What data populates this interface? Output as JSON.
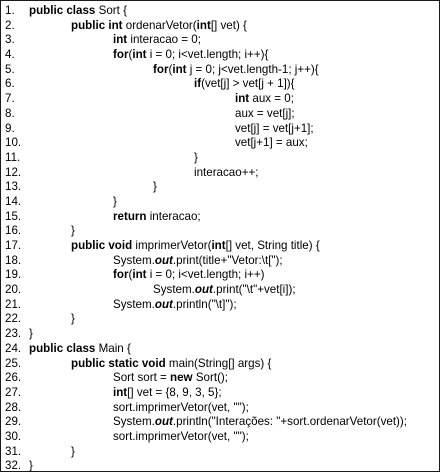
{
  "lines": [
    {
      "n": "1.",
      "indent": 0,
      "segs": [
        [
          "kw",
          "public class "
        ],
        [
          "",
          "Sort {"
        ]
      ]
    },
    {
      "n": "2.",
      "indent": 1,
      "segs": [
        [
          "kw",
          "public int "
        ],
        [
          "",
          "ordenarVetor("
        ],
        [
          "kw",
          "int"
        ],
        [
          "",
          "[] vet) {"
        ]
      ]
    },
    {
      "n": "3.",
      "indent": 2,
      "segs": [
        [
          "kw",
          "int "
        ],
        [
          "",
          "interacao = 0;"
        ]
      ]
    },
    {
      "n": "4.",
      "indent": 2,
      "segs": [
        [
          "kw",
          "for"
        ],
        [
          "",
          "("
        ],
        [
          "kw",
          "int "
        ],
        [
          "",
          "i = 0; i<vet.length; i++){"
        ]
      ]
    },
    {
      "n": "5.",
      "indent": 3,
      "segs": [
        [
          "kw",
          "for"
        ],
        [
          "",
          "("
        ],
        [
          "kw",
          "int "
        ],
        [
          "",
          "j = 0; j<vet.length-1; j++){"
        ]
      ]
    },
    {
      "n": "6.",
      "indent": 4,
      "segs": [
        [
          "kw",
          "if"
        ],
        [
          "",
          "(vet[j] > vet[j + 1]){"
        ]
      ]
    },
    {
      "n": "7.",
      "indent": 5,
      "segs": [
        [
          "kw",
          "int "
        ],
        [
          "",
          "aux = 0;"
        ]
      ]
    },
    {
      "n": "8.",
      "indent": 5,
      "segs": [
        [
          "",
          "aux = vet[j];"
        ]
      ]
    },
    {
      "n": "9.",
      "indent": 5,
      "segs": [
        [
          "",
          "vet[j] = vet[j+1];"
        ]
      ]
    },
    {
      "n": "10.",
      "indent": 5,
      "segs": [
        [
          "",
          "vet[j+1] = aux;"
        ]
      ]
    },
    {
      "n": "11.",
      "indent": 4,
      "segs": [
        [
          "",
          "}"
        ]
      ]
    },
    {
      "n": "12.",
      "indent": 4,
      "segs": [
        [
          "",
          "interacao++;"
        ]
      ]
    },
    {
      "n": "13.",
      "indent": 3,
      "segs": [
        [
          "",
          "}"
        ]
      ]
    },
    {
      "n": "14.",
      "indent": 2,
      "segs": [
        [
          "",
          "}"
        ]
      ]
    },
    {
      "n": "15.",
      "indent": 2,
      "segs": [
        [
          "kw",
          "return "
        ],
        [
          "",
          "interacao;"
        ]
      ]
    },
    {
      "n": "16.",
      "indent": 1,
      "segs": [
        [
          "",
          "}"
        ]
      ]
    },
    {
      "n": "17.",
      "indent": 1,
      "segs": [
        [
          "kw",
          "public void "
        ],
        [
          "",
          "imprimerVetor("
        ],
        [
          "kw",
          "int"
        ],
        [
          "",
          "[] vet, String title) {"
        ]
      ]
    },
    {
      "n": "18.",
      "indent": 2,
      "segs": [
        [
          "",
          "System."
        ],
        [
          "it",
          "out"
        ],
        [
          "",
          ".print(title+\"Vetor:\\t[\");"
        ]
      ]
    },
    {
      "n": "19.",
      "indent": 2,
      "segs": [
        [
          "kw",
          "for"
        ],
        [
          "",
          "("
        ],
        [
          "kw",
          "int "
        ],
        [
          "",
          "i = 0; i<vet.length; i++)"
        ]
      ]
    },
    {
      "n": "20.",
      "indent": 3,
      "segs": [
        [
          "",
          "System."
        ],
        [
          "it",
          "out"
        ],
        [
          "",
          ".print(\"\\t\"+vet[i]);"
        ]
      ]
    },
    {
      "n": "21.",
      "indent": 2,
      "segs": [
        [
          "",
          "System."
        ],
        [
          "it",
          "out"
        ],
        [
          "",
          ".println(\"\\t]\");"
        ]
      ]
    },
    {
      "n": "22.",
      "indent": 1,
      "segs": [
        [
          "",
          "}"
        ]
      ]
    },
    {
      "n": "23.",
      "indent": 0,
      "segs": [
        [
          "",
          "}"
        ]
      ]
    },
    {
      "n": "24.",
      "indent": 0,
      "segs": [
        [
          "kw",
          "public class "
        ],
        [
          "",
          "Main {"
        ]
      ]
    },
    {
      "n": "25.",
      "indent": 1,
      "segs": [
        [
          "kw",
          "public static void "
        ],
        [
          "",
          "main(String[] args) {"
        ]
      ]
    },
    {
      "n": "26.",
      "indent": 2,
      "segs": [
        [
          "",
          "Sort sort = "
        ],
        [
          "kw",
          "new "
        ],
        [
          "",
          "Sort();"
        ]
      ]
    },
    {
      "n": "27.",
      "indent": 2,
      "segs": [
        [
          "kw",
          "int"
        ],
        [
          "",
          "[] vet = {8, 9, 3, 5};"
        ]
      ]
    },
    {
      "n": "28.",
      "indent": 2,
      "segs": [
        [
          "",
          "sort.imprimerVetor(vet, \"\");"
        ]
      ]
    },
    {
      "n": "29.",
      "indent": 2,
      "segs": [
        [
          "",
          "System."
        ],
        [
          "it",
          "out"
        ],
        [
          "",
          ".println(\"Interações: \"+sort.ordenarVetor(vet));"
        ]
      ]
    },
    {
      "n": "30.",
      "indent": 2,
      "segs": [
        [
          "",
          "sort.imprimerVetor(vet, \"\");"
        ]
      ]
    },
    {
      "n": "31.",
      "indent": 1,
      "segs": [
        [
          "",
          "}"
        ]
      ]
    },
    {
      "n": "32.",
      "indent": 0,
      "segs": [
        [
          "",
          "}"
        ]
      ]
    }
  ]
}
